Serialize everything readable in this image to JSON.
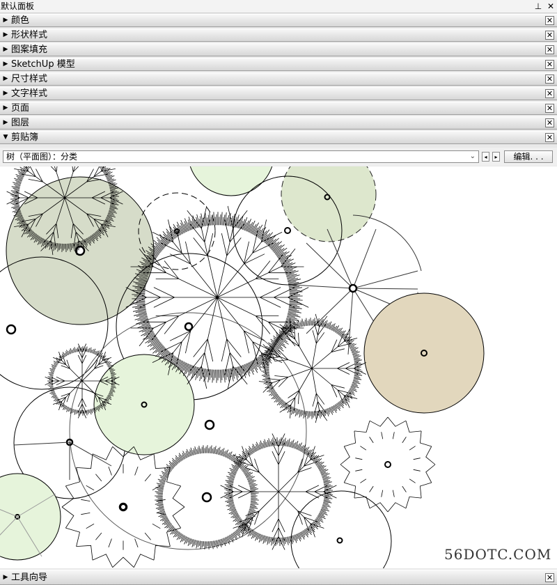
{
  "window": {
    "title": "默认面板",
    "pin_icon": "pin-icon",
    "close_icon": "close-icon"
  },
  "trays": [
    {
      "label": "颜色",
      "expanded": false
    },
    {
      "label": "形状样式",
      "expanded": false
    },
    {
      "label": "图案填充",
      "expanded": false
    },
    {
      "label": "SketchUp 模型",
      "expanded": false
    },
    {
      "label": "尺寸样式",
      "expanded": false
    },
    {
      "label": "文字样式",
      "expanded": false
    },
    {
      "label": "页面",
      "expanded": false
    },
    {
      "label": "图层",
      "expanded": false
    },
    {
      "label": "剪贴簿",
      "expanded": true
    }
  ],
  "scrapbook": {
    "selected": "树（平面图）：分类",
    "edit_label": "编辑. . ."
  },
  "watermark": "56DOTC.COM",
  "bottom_tray": {
    "label": "工具向导",
    "expanded": false
  },
  "colors": {
    "sage": "#d6dcc9",
    "light_green": "#e6f4db",
    "tan": "#e2d7bd",
    "pale_green": "#dde7cd"
  },
  "trees": [
    {
      "id": "radial-top-left",
      "style": "radial"
    },
    {
      "id": "sage-large",
      "style": "filled",
      "fill": "sage"
    },
    {
      "id": "big-radial-center",
      "style": "radial"
    },
    {
      "id": "tan-circle",
      "style": "filled",
      "fill": "tan"
    },
    {
      "id": "scalloped-bottom-right",
      "style": "scalloped"
    },
    {
      "id": "light-green-left",
      "style": "filled",
      "fill": "light_green"
    }
  ]
}
